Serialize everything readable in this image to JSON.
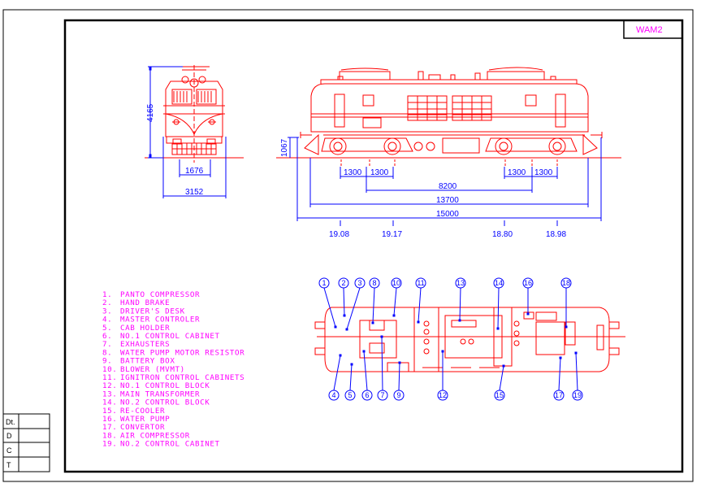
{
  "title_block": {
    "label": "WAM2"
  },
  "revision_table": {
    "rows": [
      "Dt.",
      "D",
      "C",
      "T"
    ]
  },
  "front_view": {
    "height_dim": "4165",
    "gauge_dim": "1676",
    "width_dim": "3152"
  },
  "side_view": {
    "buffer_height_dim": "1067",
    "axle_spacing_dims": [
      "1300",
      "1300",
      "1300",
      "1300"
    ],
    "bogie_centre_dim": "8200",
    "buffer_beam_dim": "13700",
    "overall_length_dim": "15000",
    "axle_loads": [
      "19.08",
      "19.17",
      "18.80",
      "18.98"
    ]
  },
  "legend": {
    "items": [
      {
        "num": "1.",
        "label": "PANTO COMPRESSOR"
      },
      {
        "num": "2.",
        "label": "HAND BRAKE"
      },
      {
        "num": "3.",
        "label": "DRIVER'S DESK"
      },
      {
        "num": "4.",
        "label": "MASTER CONTROLER"
      },
      {
        "num": "5.",
        "label": "CAB HOLDER"
      },
      {
        "num": "6.",
        "label": "NO.1 CONTROL CABINET"
      },
      {
        "num": "7.",
        "label": "EXHAUSTERS"
      },
      {
        "num": "8.",
        "label": "WATER PUMP MOTOR RESISTOR"
      },
      {
        "num": "9.",
        "label": "BATTERY BOX"
      },
      {
        "num": "10.",
        "label": "BLOWER (MVMT)"
      },
      {
        "num": "11.",
        "label": "IGNITRON CONTROL CABINETS"
      },
      {
        "num": "12.",
        "label": "NO.1 CONTROL BLOCK"
      },
      {
        "num": "13.",
        "label": "MAIN TRANSFORMER"
      },
      {
        "num": "14.",
        "label": "NO.2 CONTROL BLOCK"
      },
      {
        "num": "15.",
        "label": "RE-COOLER"
      },
      {
        "num": "16.",
        "label": "WATER PUMP"
      },
      {
        "num": "17.",
        "label": "CONVERTOR"
      },
      {
        "num": "18.",
        "label": "AIR COMPRESSOR"
      },
      {
        "num": "19.",
        "label": "NO.2 CONTROL CABINET"
      }
    ]
  },
  "plan_view": {
    "callouts_top": [
      "1",
      "2",
      "3",
      "8",
      "10",
      "11",
      "13",
      "14",
      "16",
      "18"
    ],
    "callouts_bottom": [
      "4",
      "5",
      "6",
      "7",
      "9",
      "12",
      "15",
      "17",
      "19"
    ]
  },
  "colors": {
    "drawing": "#ff0000",
    "dimension": "#0000ff",
    "text": "#ff00ff",
    "frame": "#000000"
  }
}
